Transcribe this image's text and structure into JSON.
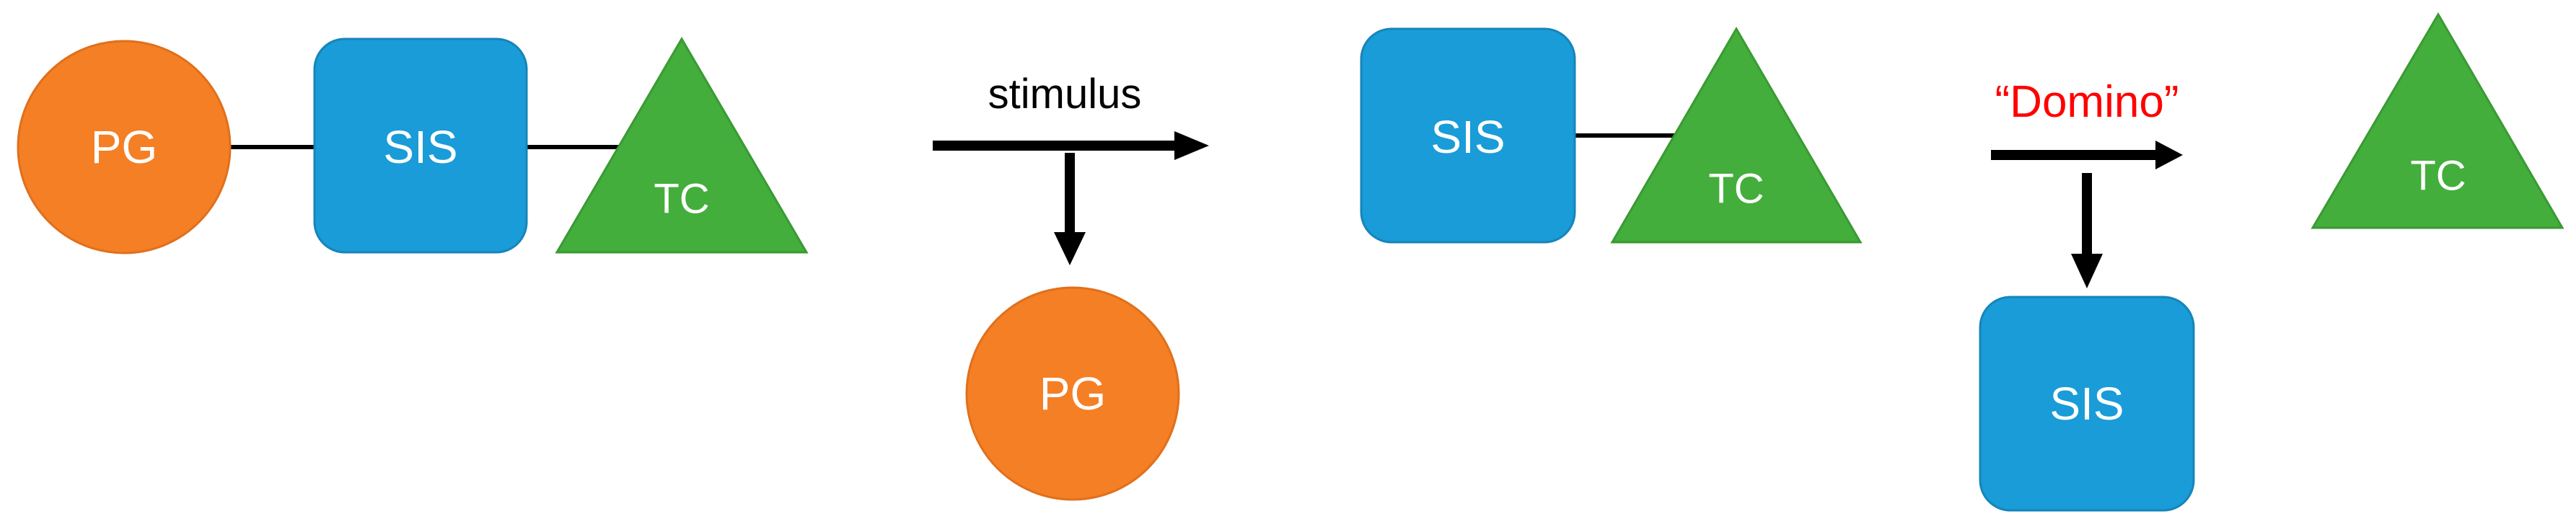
{
  "colors": {
    "pg": "#F57F25",
    "pg_stroke": "#E0701C",
    "sis": "#199CD8",
    "sis_stroke": "#1685BA",
    "tc": "#43AE3B",
    "tc_stroke": "#3A9A33",
    "connector": "#000000",
    "arrow": "#000000",
    "domino_label": "#FF0000",
    "stimulus_label": "#000000"
  },
  "stage1": {
    "pg_label": "PG",
    "sis_label": "SIS",
    "tc_label": "TC"
  },
  "arrow1": {
    "label": "stimulus",
    "released_label": "PG"
  },
  "stage2": {
    "sis_label": "SIS",
    "tc_label": "TC"
  },
  "arrow2": {
    "label": "“Domino”",
    "released_label": "SIS"
  },
  "stage3": {
    "tc_label": "TC"
  }
}
